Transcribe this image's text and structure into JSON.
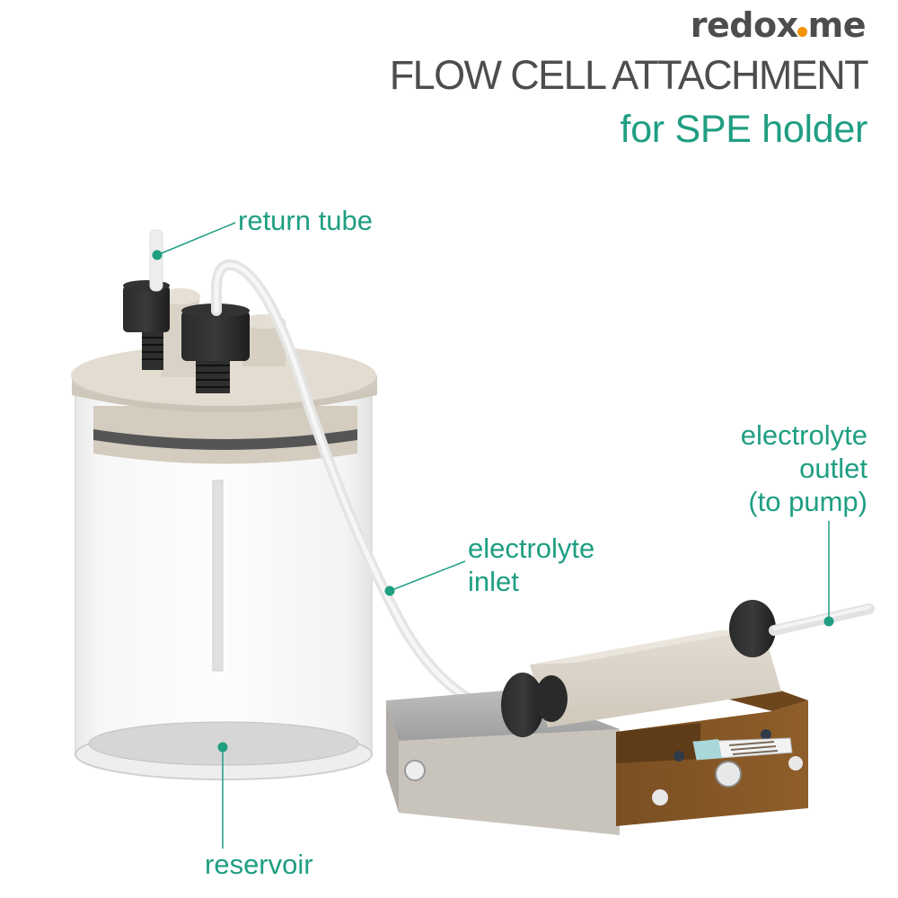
{
  "brand": {
    "name_part1": "redox",
    "name_part2": "me",
    "dot_color": "#f39200",
    "text_color": "#4d4d4d"
  },
  "header": {
    "title": "FLOW CELL ATTACHMENT",
    "subtitle": "for SPE holder"
  },
  "colors": {
    "accent": "#1f9e82",
    "title": "#4d4d4d"
  },
  "callouts": [
    {
      "id": "return-tube",
      "label": "return tube"
    },
    {
      "id": "electrolyte-inlet",
      "line1": "electrolyte",
      "line2": "inlet"
    },
    {
      "id": "electrolyte-outlet",
      "line1": "electrolyte",
      "line2": "outlet",
      "line3": "(to pump)"
    },
    {
      "id": "reservoir",
      "label": "reservoir"
    }
  ]
}
